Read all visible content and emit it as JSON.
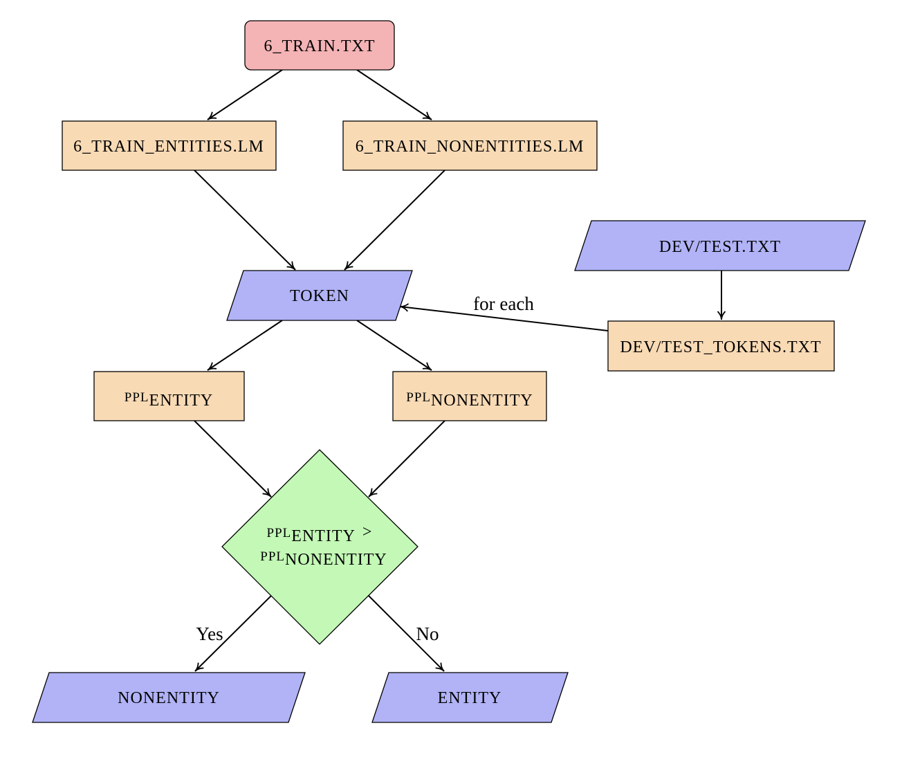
{
  "colors": {
    "source_fill": "#f4b3b5",
    "process_fill": "#f8dab5",
    "io_fill": "#b1b3f6",
    "decision_fill": "#c3f8b6",
    "stroke": "#000000"
  },
  "nodes": {
    "train_txt": {
      "label": "6_TRAIN.TXT"
    },
    "train_entities_lm": {
      "label": "6_TRAIN_ENTITIES.LM"
    },
    "train_nonentities_lm": {
      "label": "6_TRAIN_NONENTITIES.LM"
    },
    "dev_test_txt": {
      "label": "DEV/TEST.TXT"
    },
    "dev_test_tokens_txt": {
      "label": "DEV/TEST_TOKENS.TXT"
    },
    "token": {
      "label": "TOKEN"
    },
    "ppl_entity": {
      "base": "PPL",
      "sub": "ENTITY"
    },
    "ppl_nonentity": {
      "base": "PPL",
      "sub": "NONENTITY"
    },
    "decision": {
      "line1_base": "PPL",
      "line1_sub": "ENTITY",
      "line1_op": ">",
      "line2_base": "PPL",
      "line2_sub": "NONENTITY"
    },
    "nonentity": {
      "label": "NONENTITY"
    },
    "entity": {
      "label": "ENTITY"
    }
  },
  "edge_labels": {
    "for_each": "for each",
    "yes": "Yes",
    "no": "No"
  }
}
